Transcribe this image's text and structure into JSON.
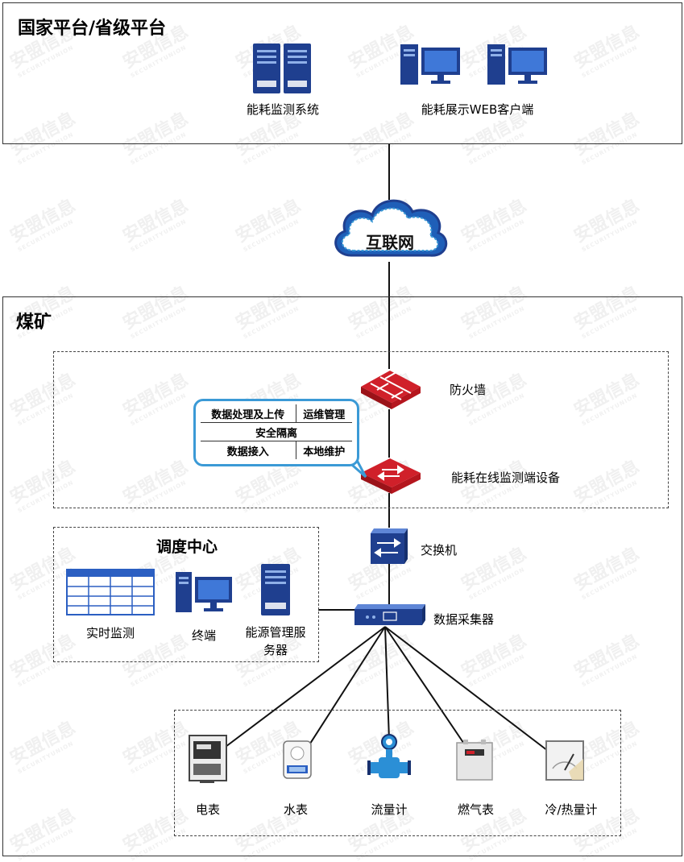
{
  "watermark": {
    "brand": "安盟信息",
    "sub": "SECURITYUNION"
  },
  "top_panel": {
    "title": "国家平台/省级平台",
    "energy_system_label": "能耗监测系统",
    "web_client_label": "能耗展示WEB客户端"
  },
  "internet": {
    "label": "互联网"
  },
  "mine_panel": {
    "title": "煤矿",
    "firewall_label": "防火墙",
    "monitor_device_label": "能耗在线监测端设备",
    "function_box": {
      "row1": [
        "数据处理及上传",
        "运维管理"
      ],
      "row2": "安全隔离",
      "row3": [
        "数据接入",
        "本地维护"
      ]
    },
    "switch_label": "交换机",
    "collector_label": "数据采集器",
    "dispatch": {
      "title": "调度中心",
      "realtime_label": "实时监测",
      "terminal_label": "终端",
      "server_label_line1": "能源管理服",
      "server_label_line2": "务器"
    },
    "meters": {
      "electric": "电表",
      "water": "水表",
      "flow": "流量计",
      "gas": "燃气表",
      "heat": "冷/热量计"
    }
  },
  "colors": {
    "icon_blue": "#1f3f8f",
    "firewall_red": "#d0202a",
    "bubble_border": "#3b9ad6"
  }
}
